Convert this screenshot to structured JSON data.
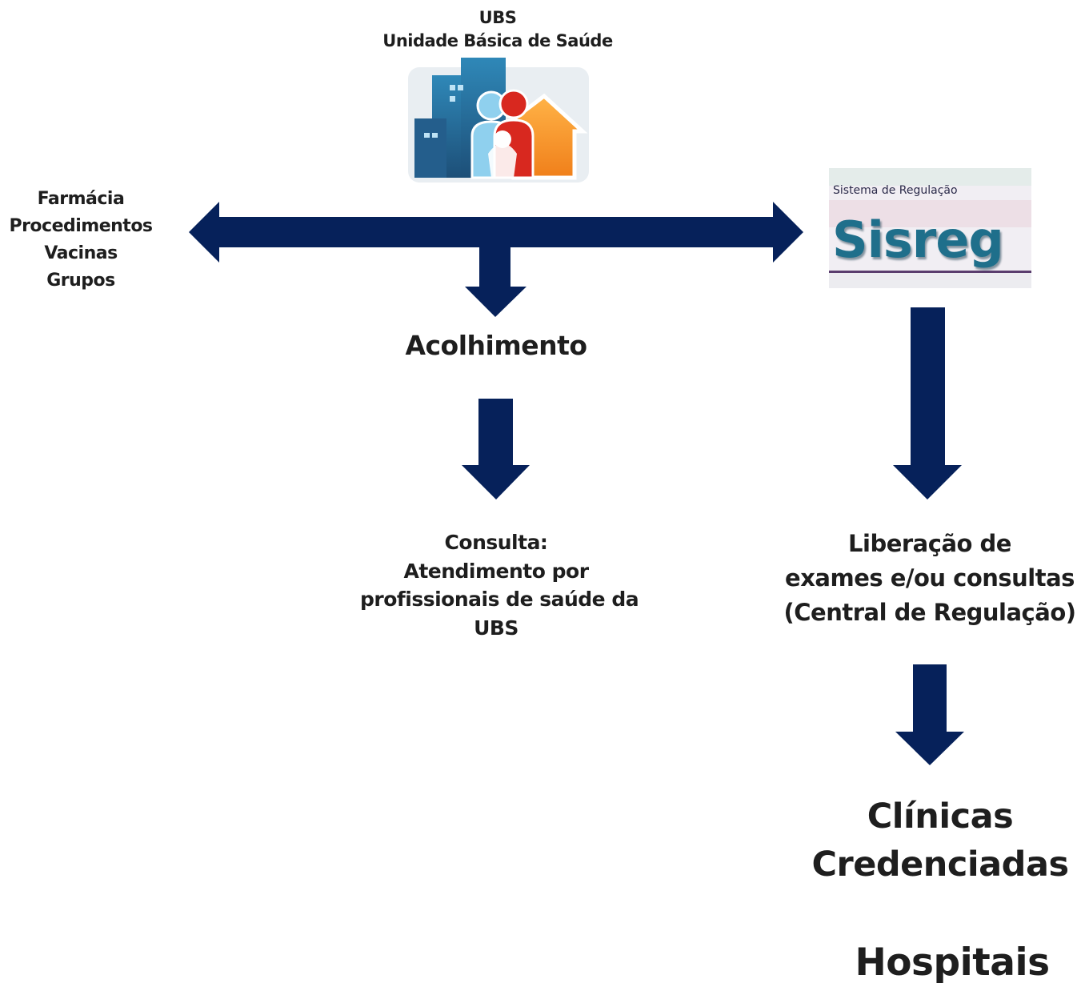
{
  "ubs": {
    "line1": "UBS",
    "line2": "Unidade Básica de Saúde"
  },
  "left_services": [
    "Farmácia",
    "Procedimentos",
    "Vacinas",
    "Grupos"
  ],
  "sisreg": {
    "caption": "Sistema de Regulação",
    "name": "Sisreg"
  },
  "acolhimento": "Acolhimento",
  "consulta": [
    "Consulta:",
    "Atendimento por",
    "profissionais de saúde da",
    "UBS"
  ],
  "liberacao": [
    "Liberação de",
    "exames e/ou consultas",
    "(Central de Regulação)"
  ],
  "clinicas": [
    "Clínicas",
    "Credenciadas"
  ],
  "hospitais": "Hospitais",
  "colors": {
    "arrow": "#06215a",
    "text": "#1e1e1e",
    "sisreg_teal": "#1f6f8b"
  },
  "icons": [
    "ubs-building-family-icon",
    "sisreg-logo"
  ]
}
